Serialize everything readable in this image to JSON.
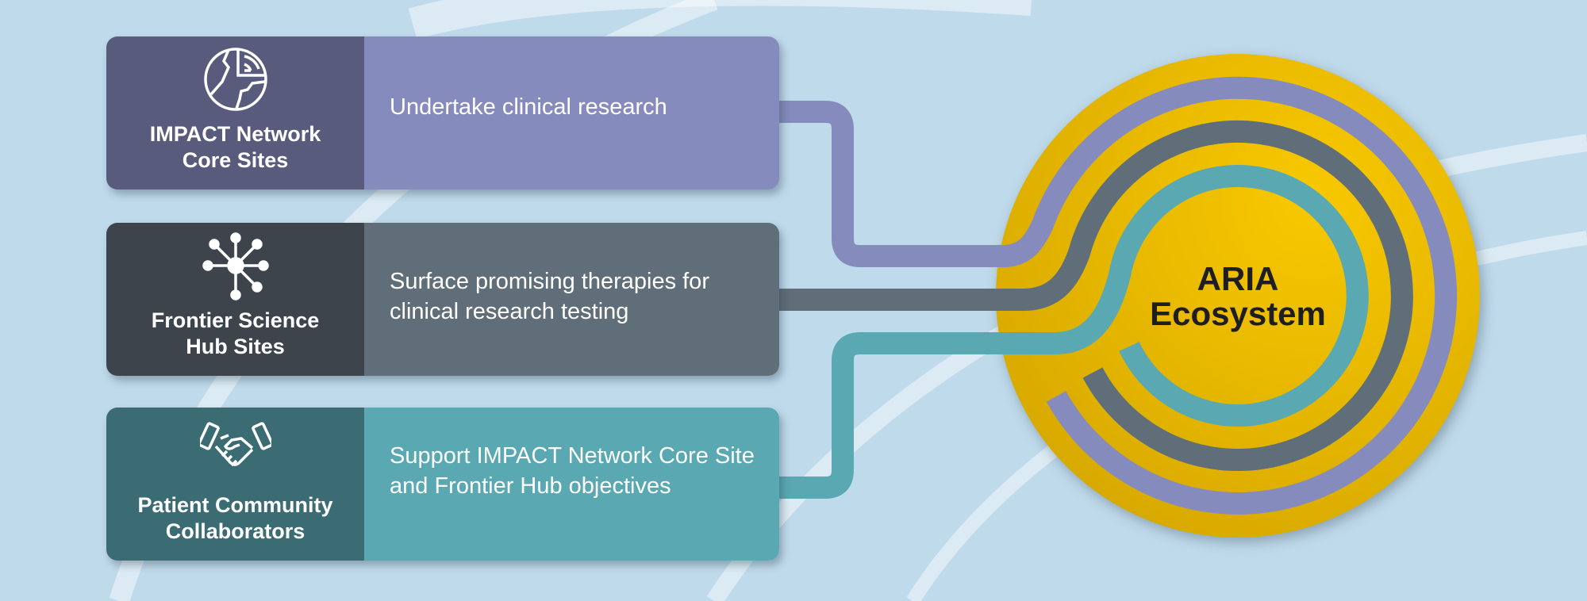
{
  "cards": [
    {
      "title_line1": "IMPACT Network",
      "title_line2": "Core Sites",
      "description": "Undertake clinical research",
      "icon": "globe-icon",
      "color_dark": "#585b7c",
      "color_light": "#868bbd"
    },
    {
      "title_line1": "Frontier Science",
      "title_line2": "Hub Sites",
      "description": "Surface promising therapies for clinical research testing",
      "icon": "network-icon",
      "color_dark": "#3d444c",
      "color_light": "#5f6e78"
    },
    {
      "title_line1": "Patient Community",
      "title_line2": "Collaborators",
      "description": "Support IMPACT Network Core Site and Frontier Hub objectives",
      "icon": "handshake-icon",
      "color_dark": "#3b6c74",
      "color_light": "#5aa8b2"
    }
  ],
  "hub": {
    "line1": "ARIA",
    "line2": "Ecosystem",
    "color": "#f0c000"
  }
}
